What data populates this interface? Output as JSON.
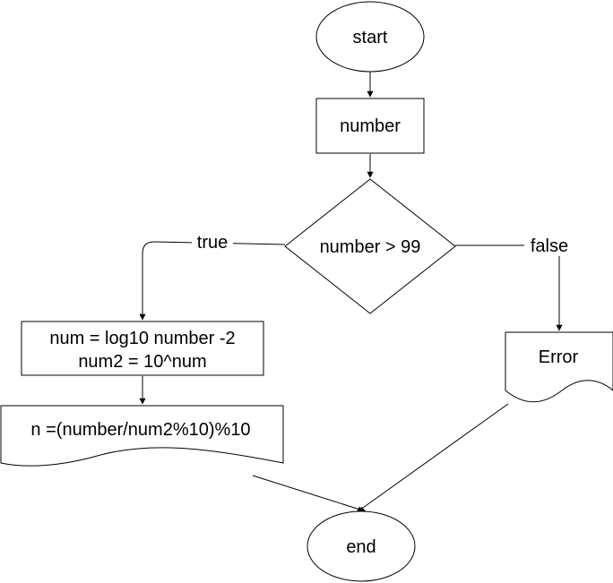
{
  "nodes": {
    "start": "start",
    "number": "number",
    "decision": "number > 99",
    "compute_line1": "num = log10 number -2",
    "compute_line2": "num2 = 10^num",
    "output": "n =(number/num2%10)%10",
    "error": "Error",
    "end": "end"
  },
  "edges": {
    "true_label": "true",
    "false_label": "false"
  },
  "colors": {
    "stroke": "#000000",
    "fill": "#ffffff"
  }
}
